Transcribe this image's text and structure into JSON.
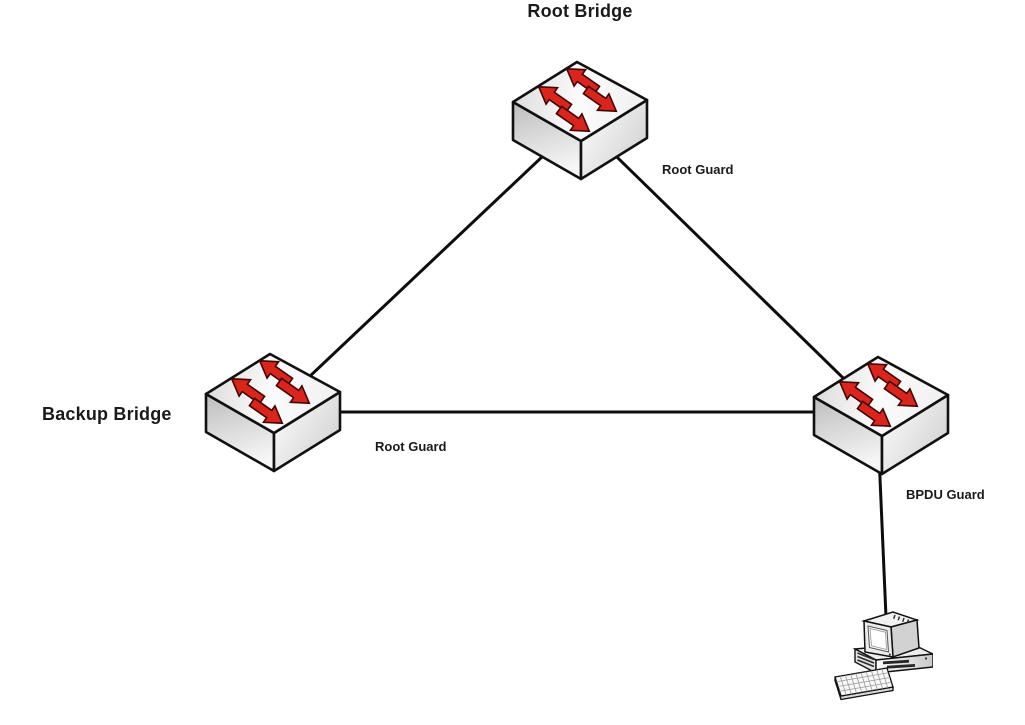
{
  "labels": {
    "root_bridge": "Root Bridge",
    "backup_bridge": "Backup Bridge",
    "root_guard_upper": "Root Guard",
    "root_guard_lower": "Root Guard",
    "bpdu_guard": "BPDU Guard"
  },
  "nodes": [
    {
      "id": "root-bridge-switch",
      "kind": "switch",
      "icon": "switch-icon",
      "label": "Root Bridge"
    },
    {
      "id": "backup-bridge-switch",
      "kind": "switch",
      "icon": "switch-icon",
      "label": "Backup Bridge"
    },
    {
      "id": "right-switch",
      "kind": "switch",
      "icon": "switch-icon",
      "label": ""
    },
    {
      "id": "workstation",
      "kind": "workstation",
      "icon": "workstation-icon",
      "label": ""
    }
  ],
  "links": [
    {
      "from": "root-bridge-switch",
      "to": "backup-bridge-switch",
      "annotation": ""
    },
    {
      "from": "root-bridge-switch",
      "to": "right-switch",
      "annotation": "Root Guard"
    },
    {
      "from": "backup-bridge-switch",
      "to": "right-switch",
      "annotation": "Root Guard"
    },
    {
      "from": "right-switch",
      "to": "workstation",
      "annotation": "BPDU Guard"
    }
  ],
  "colors": {
    "background": "#ffffff",
    "line": "#0d0d0d",
    "text": "#1a1a1a",
    "switch_arrow_red": "#d9251c",
    "switch_arrow_outline": "#420505",
    "device_stroke": "#111111"
  }
}
